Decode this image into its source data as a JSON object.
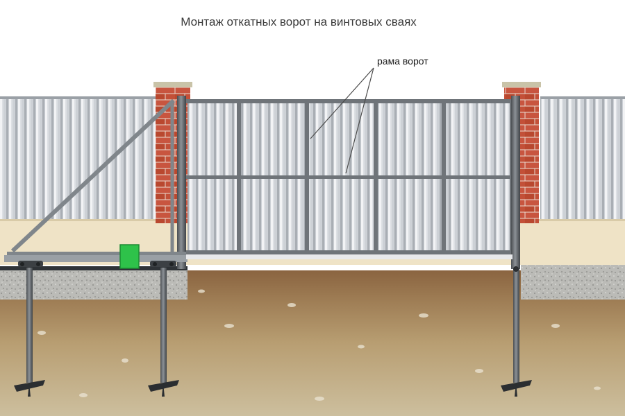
{
  "diagram": {
    "title": "Монтаж откатных ворот на винтовых сваях",
    "frame_label": "рама ворот",
    "colors": {
      "fence": "#c7cbd0",
      "frame": "#6f7479",
      "brick": "#c8553f",
      "mortar": "#eadbd0",
      "soil": "#b49a6e",
      "topsoil": "#8e6a42",
      "concrete": "#b7b7b4",
      "ground_strip": "#efe3c6",
      "drive_box": "#2ec24a"
    },
    "components": [
      "fence",
      "brick-pillar",
      "gate-frame",
      "support-beam",
      "carriage",
      "drive-unit",
      "concrete-slab",
      "screw-pile",
      "soil"
    ]
  }
}
